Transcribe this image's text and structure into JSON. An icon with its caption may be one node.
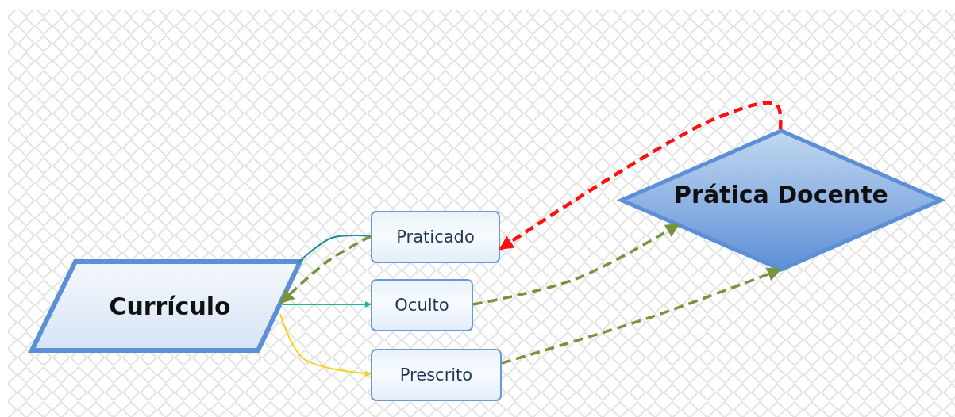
{
  "diagram": {
    "nodes": [
      {
        "text": [
          "Currículo"
        ]
      },
      {
        "text": [
          "Praticado"
        ]
      },
      {
        "text": [
          "Oculto"
        ]
      },
      {
        "text": [
          "Prescrito"
        ]
      },
      {
        "text": [
          "Prática Docente"
        ]
      }
    ],
    "edges": [
      {
        "from": 0,
        "to": 1,
        "arrow": "none",
        "color": "#1b8a9a"
      },
      {
        "from": 1,
        "to": 0,
        "arrow": "to",
        "style": "dashed"
      },
      {
        "from": 0,
        "to": 2,
        "arrow": "to",
        "color": "#20b2a0"
      },
      {
        "from": 0,
        "to": 3,
        "arrow": "to",
        "color": "#f2d21a"
      },
      {
        "from": 2,
        "to": 4,
        "arrow": "to",
        "style": "dashed"
      },
      {
        "from": 3,
        "to": 4,
        "arrow": "to",
        "style": "dashed"
      },
      {
        "from": 4,
        "to": 1,
        "arrow": "to",
        "style": "dashed",
        "color": "#ff1010"
      }
    ]
  }
}
